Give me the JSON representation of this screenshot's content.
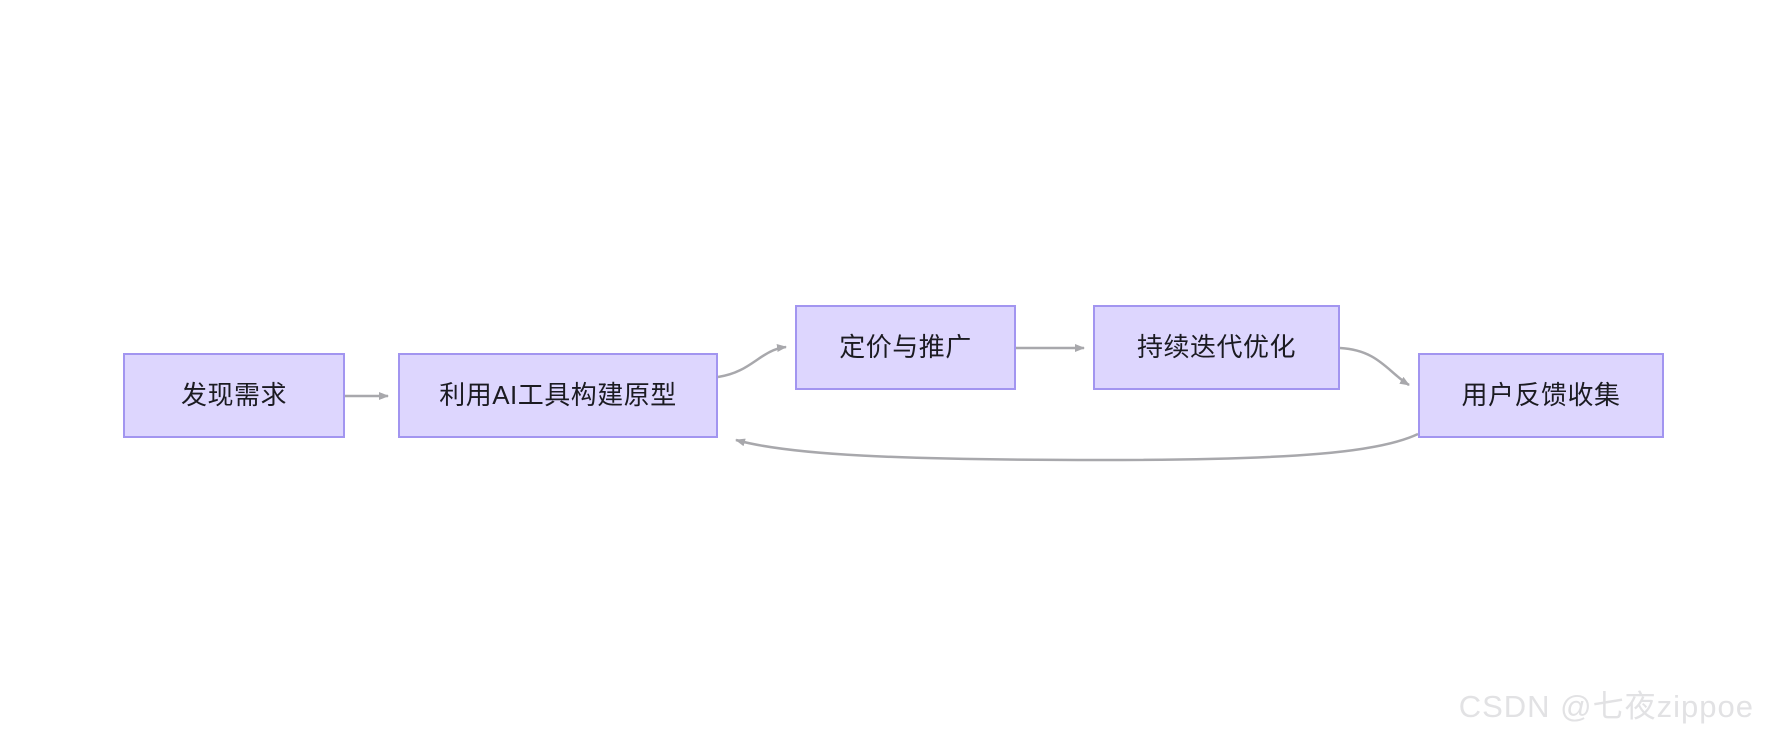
{
  "diagram": {
    "type": "flowchart",
    "direction": "left-to-right",
    "background_color": "#ffffff",
    "node_fill_color": "#ddd6fe",
    "node_border_color": "#a295f0",
    "node_text_color": "#1b1b21",
    "edge_color": "#a8a8ac",
    "nodes": [
      {
        "id": "node-1",
        "label": "发现需求"
      },
      {
        "id": "node-2",
        "label": "利用AI工具构建原型"
      },
      {
        "id": "node-3",
        "label": "定价与推广"
      },
      {
        "id": "node-4",
        "label": "持续迭代优化"
      },
      {
        "id": "node-5",
        "label": "用户反馈收集"
      }
    ],
    "edges": [
      {
        "from": "发现需求",
        "to": "利用AI工具构建原型",
        "style": "straight",
        "label": ""
      },
      {
        "from": "利用AI工具构建原型",
        "to": "定价与推广",
        "style": "curved",
        "label": ""
      },
      {
        "from": "定价与推广",
        "to": "持续迭代优化",
        "style": "straight",
        "label": ""
      },
      {
        "from": "持续迭代优化",
        "to": "用户反馈收集",
        "style": "curved",
        "label": ""
      },
      {
        "from": "用户反馈收集",
        "to": "利用AI工具构建原型",
        "style": "curved-feedback-loop",
        "label": ""
      }
    ]
  },
  "watermark": {
    "text": "CSDN @七夜zippoe"
  }
}
